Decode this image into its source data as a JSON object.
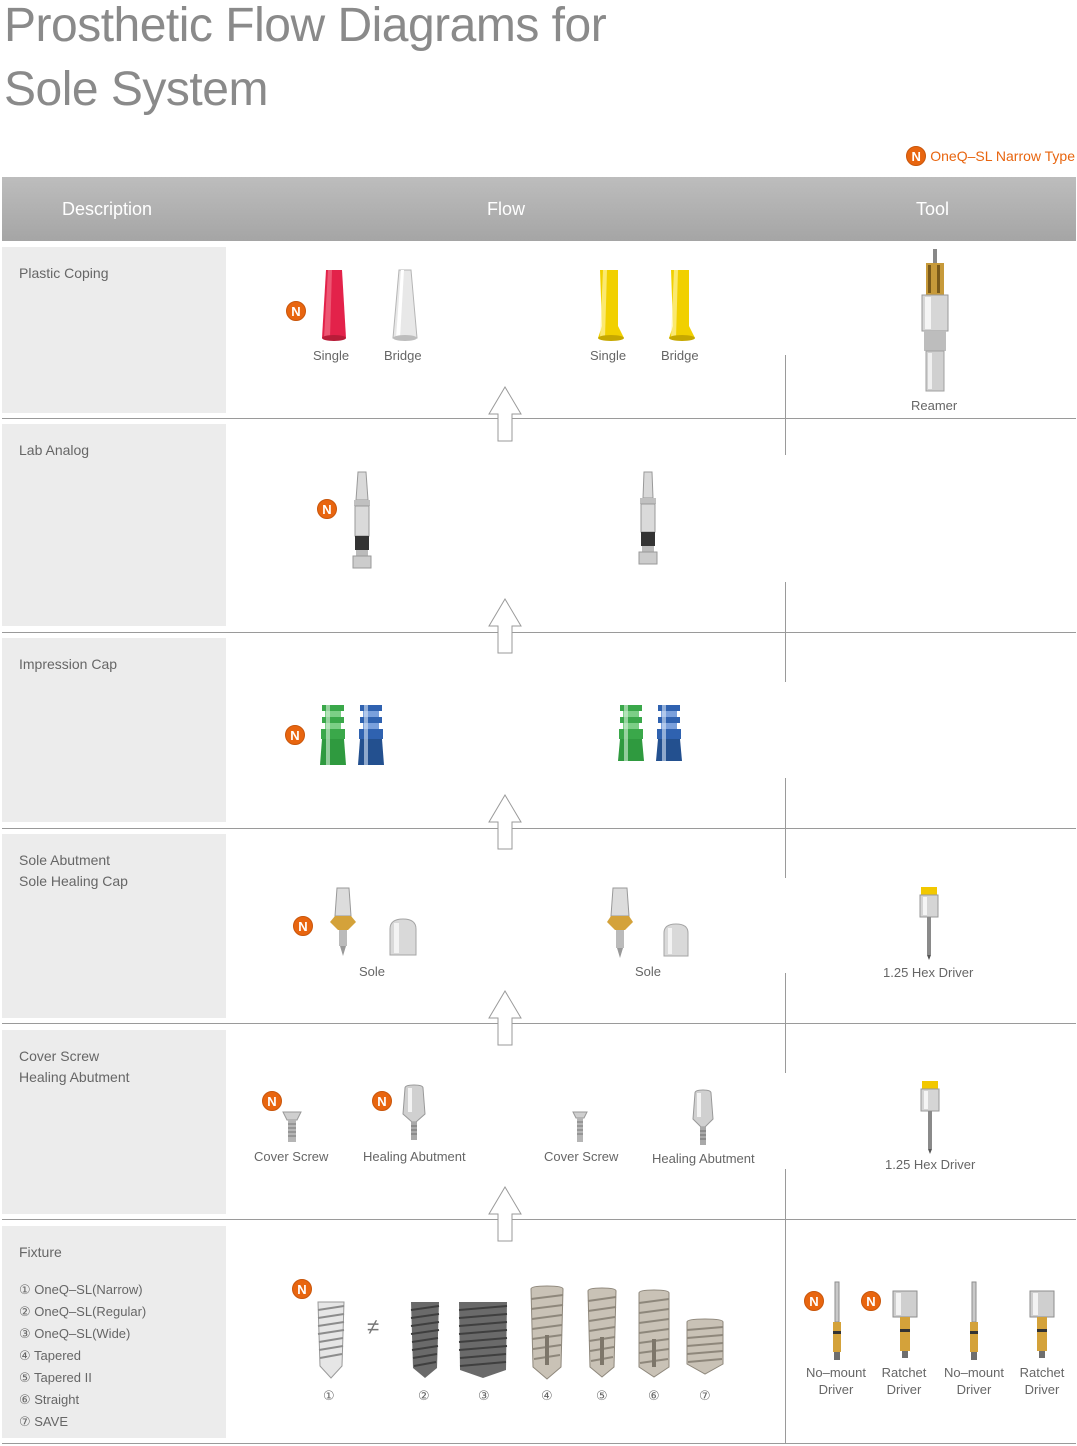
{
  "title_line1": "Prosthetic Flow Diagrams for",
  "title_line2": "Sole System",
  "legend": {
    "badge": "N",
    "text": "OneQ–SL Narrow Type"
  },
  "header": {
    "description": "Description",
    "flow": "Flow",
    "tool": "Tool"
  },
  "rows": {
    "plastic_coping": {
      "title": "Plastic Coping",
      "labels": [
        "Single",
        "Bridge",
        "Single",
        "Bridge"
      ],
      "tool": "Reamer"
    },
    "lab_analog": {
      "title": "Lab Analog"
    },
    "impression_cap": {
      "title": "Impression Cap"
    },
    "sole_abutment": {
      "title1": "Sole Abutment",
      "title2": "Sole Healing Cap",
      "labels": [
        "Sole",
        "Sole"
      ],
      "tool": "1.25 Hex Driver"
    },
    "cover_screw": {
      "title1": "Cover Screw",
      "title2": "Healing Abutment",
      "labels": [
        "Cover Screw",
        "Healing Abutment",
        "Cover Screw",
        "Healing Abutment"
      ],
      "tool": "1.25 Hex Driver"
    },
    "fixture": {
      "title": "Fixture",
      "items": [
        "① OneQ–SL(Narrow)",
        "② OneQ–SL(Regular)",
        "③ OneQ–SL(Wide)",
        "④ Tapered",
        "⑤ Tapered II",
        "⑥ Straight",
        "⑦ SAVE"
      ],
      "numbers": [
        "①",
        "②",
        "③",
        "④",
        "⑤",
        "⑥",
        "⑦"
      ],
      "not_equal": "≠",
      "tools": [
        {
          "l1": "No–mount",
          "l2": "Driver"
        },
        {
          "l1": "Ratchet",
          "l2": "Driver"
        },
        {
          "l1": "No–mount",
          "l2": "Driver"
        },
        {
          "l1": "Ratchet",
          "l2": "Driver"
        }
      ]
    }
  },
  "colors": {
    "narrow_badge": "#e8650f",
    "header_bg": "#b0b0b0",
    "desc_bg": "#ececec",
    "coping_red": "#e3224a",
    "coping_yellow": "#f1d000",
    "impression_green": "#3aa84a",
    "impression_blue": "#2f62b0",
    "gold": "#d4a23a"
  }
}
